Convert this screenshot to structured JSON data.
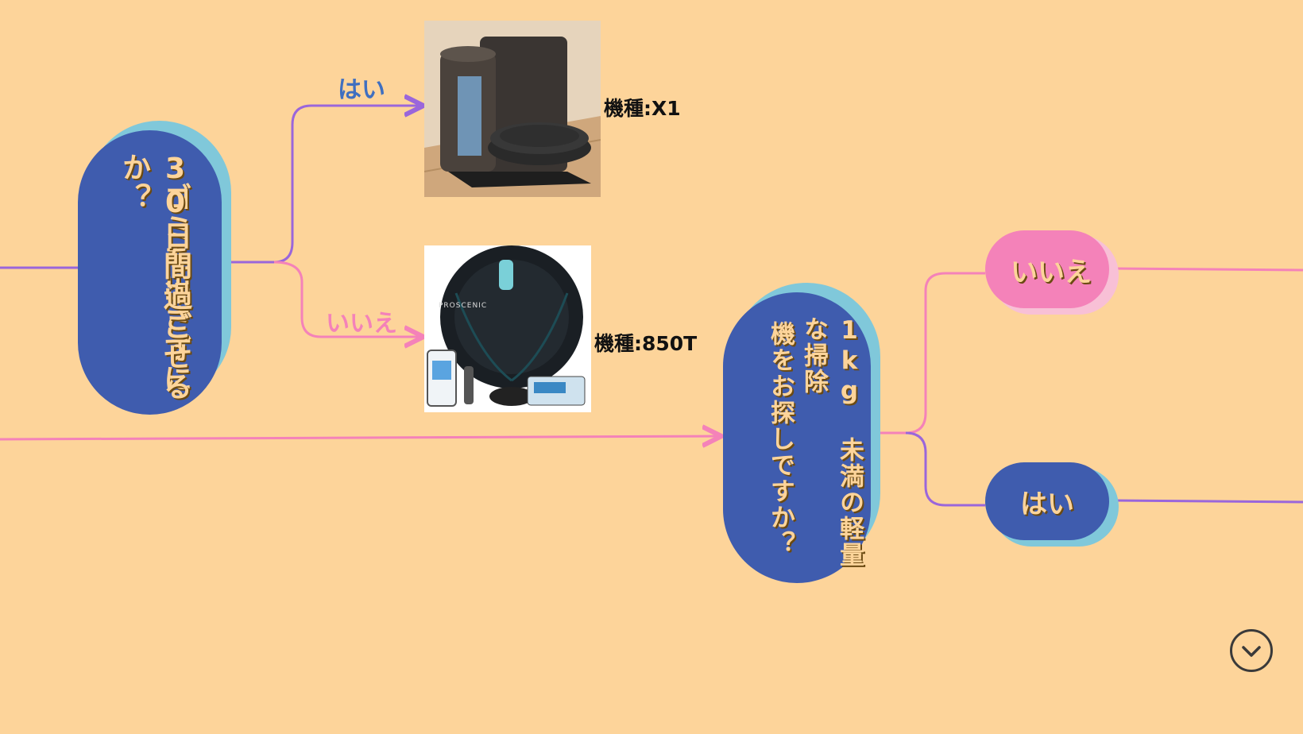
{
  "question1": {
    "line1": "ゴミを出さずに",
    "line2": "30日間過ごせるか？"
  },
  "question2": {
    "line1": "1kg 未満の軽量な掃除",
    "line2": "機をお探しですか？"
  },
  "branch_yes_label": "はい",
  "branch_no_label": "いいえ",
  "model1": "機種:X1",
  "model2": "機種:850T",
  "option_no": "いいえ",
  "option_yes": "はい",
  "product2_brand": "PROSCENIC",
  "icons": {
    "scroll": "chevron-down-icon"
  },
  "colors": {
    "background": "#fdd49a",
    "pill_blue": "#3f5cae",
    "pill_shadow": "#80c8da",
    "pink": "#f482b9",
    "purple": "#9a66db",
    "yes_text": "#3f6fc0"
  }
}
